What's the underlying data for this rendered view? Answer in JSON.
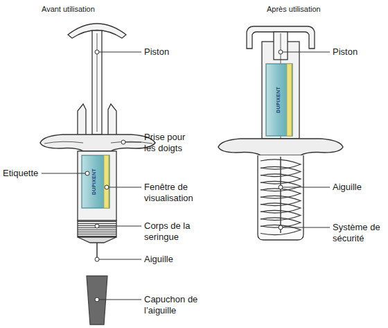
{
  "diagram": {
    "labels": [
      "Avant utilisation",
      "Après utilisation",
      "Piston",
      "Prise pour les doigts",
      "Etiquette",
      "Fenêtre de visualisation",
      "Corps de la seringue",
      "Aiguille",
      "Capuchon de l’aiguille",
      "Piston",
      "Aiguille",
      "Système de sécurité",
      "DUPIXENT",
      "DUPIXENT"
    ]
  }
}
